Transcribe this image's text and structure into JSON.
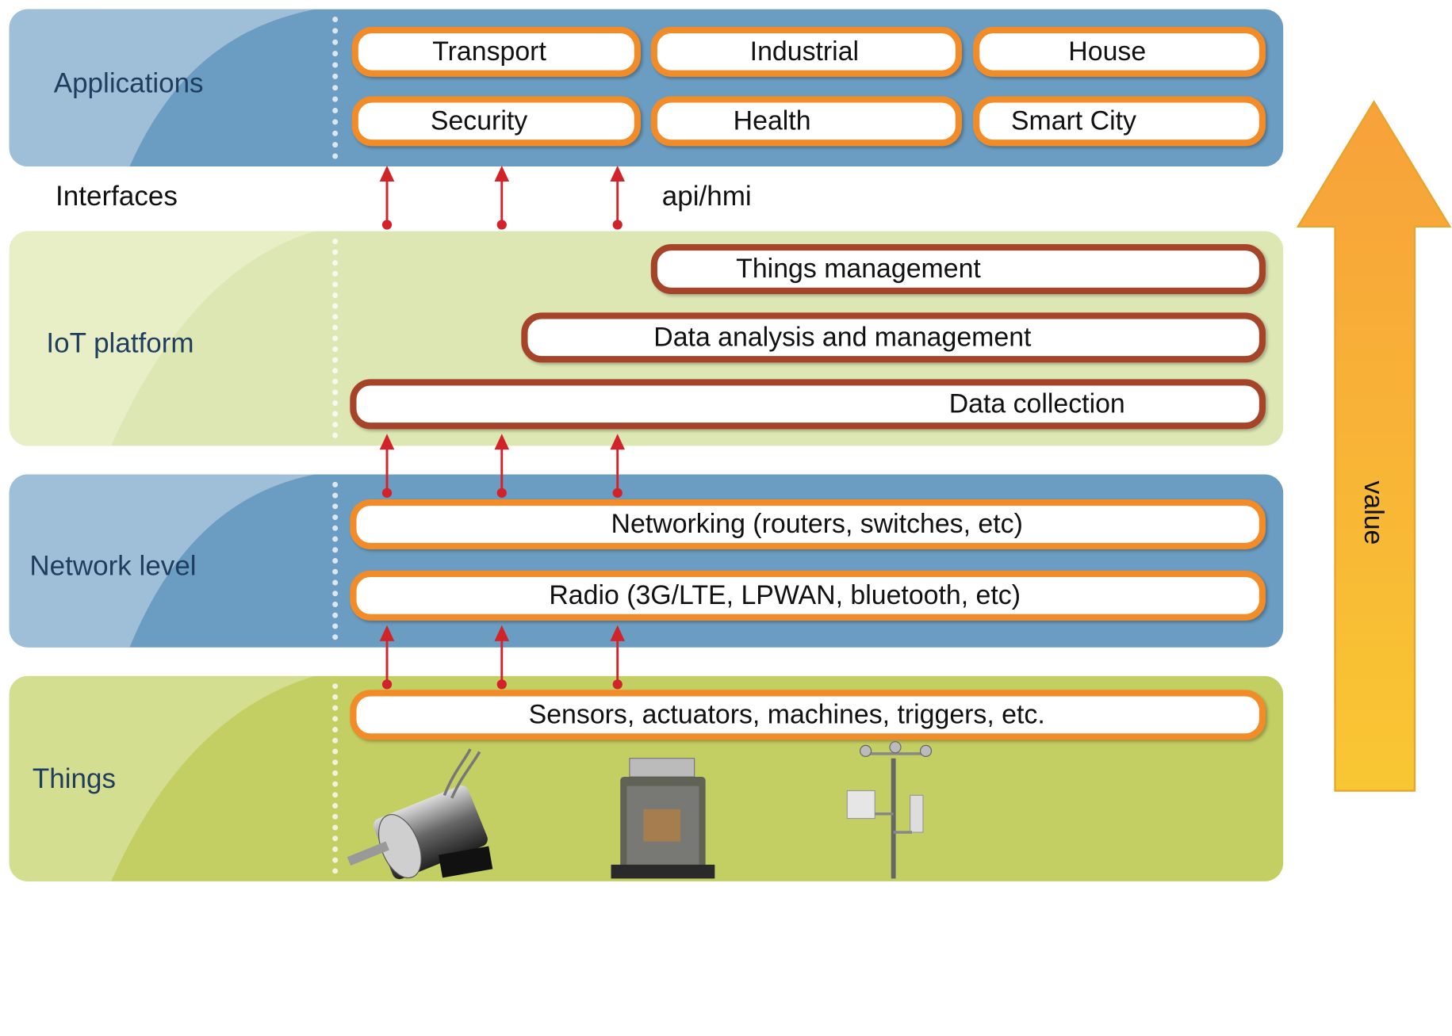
{
  "layers": {
    "applications": {
      "label": "Applications",
      "items": [
        "Transport",
        "Industrial",
        "House",
        "Security",
        "Health",
        "Smart City"
      ]
    },
    "interfaces": {
      "label": "Interfaces",
      "api_label": "api/hmi"
    },
    "iot_platform": {
      "label": "IoT platform",
      "items": [
        "Things management",
        "Data analysis and management",
        "Data collection"
      ]
    },
    "network": {
      "label": "Network level",
      "items": [
        "Networking (routers, switches, etc)",
        "Radio (3G/LTE, LPWAN, bluetooth, etc)"
      ]
    },
    "things": {
      "label": "Things",
      "items": [
        "Sensors, actuators, machines, triggers, etc."
      ],
      "images": [
        "solenoid-icon",
        "relay-icon",
        "weather-station-icon"
      ]
    }
  },
  "value_arrow": {
    "label": "value"
  },
  "colors": {
    "blue_band": "#6b9dc2",
    "green_band_light": "#dde7b4",
    "green_band": "#c3cf62",
    "pill_orange": "#f28c28",
    "pill_brown": "#a6442a",
    "connector_red": "#d1232a",
    "value_arrow": "#f9b233"
  }
}
